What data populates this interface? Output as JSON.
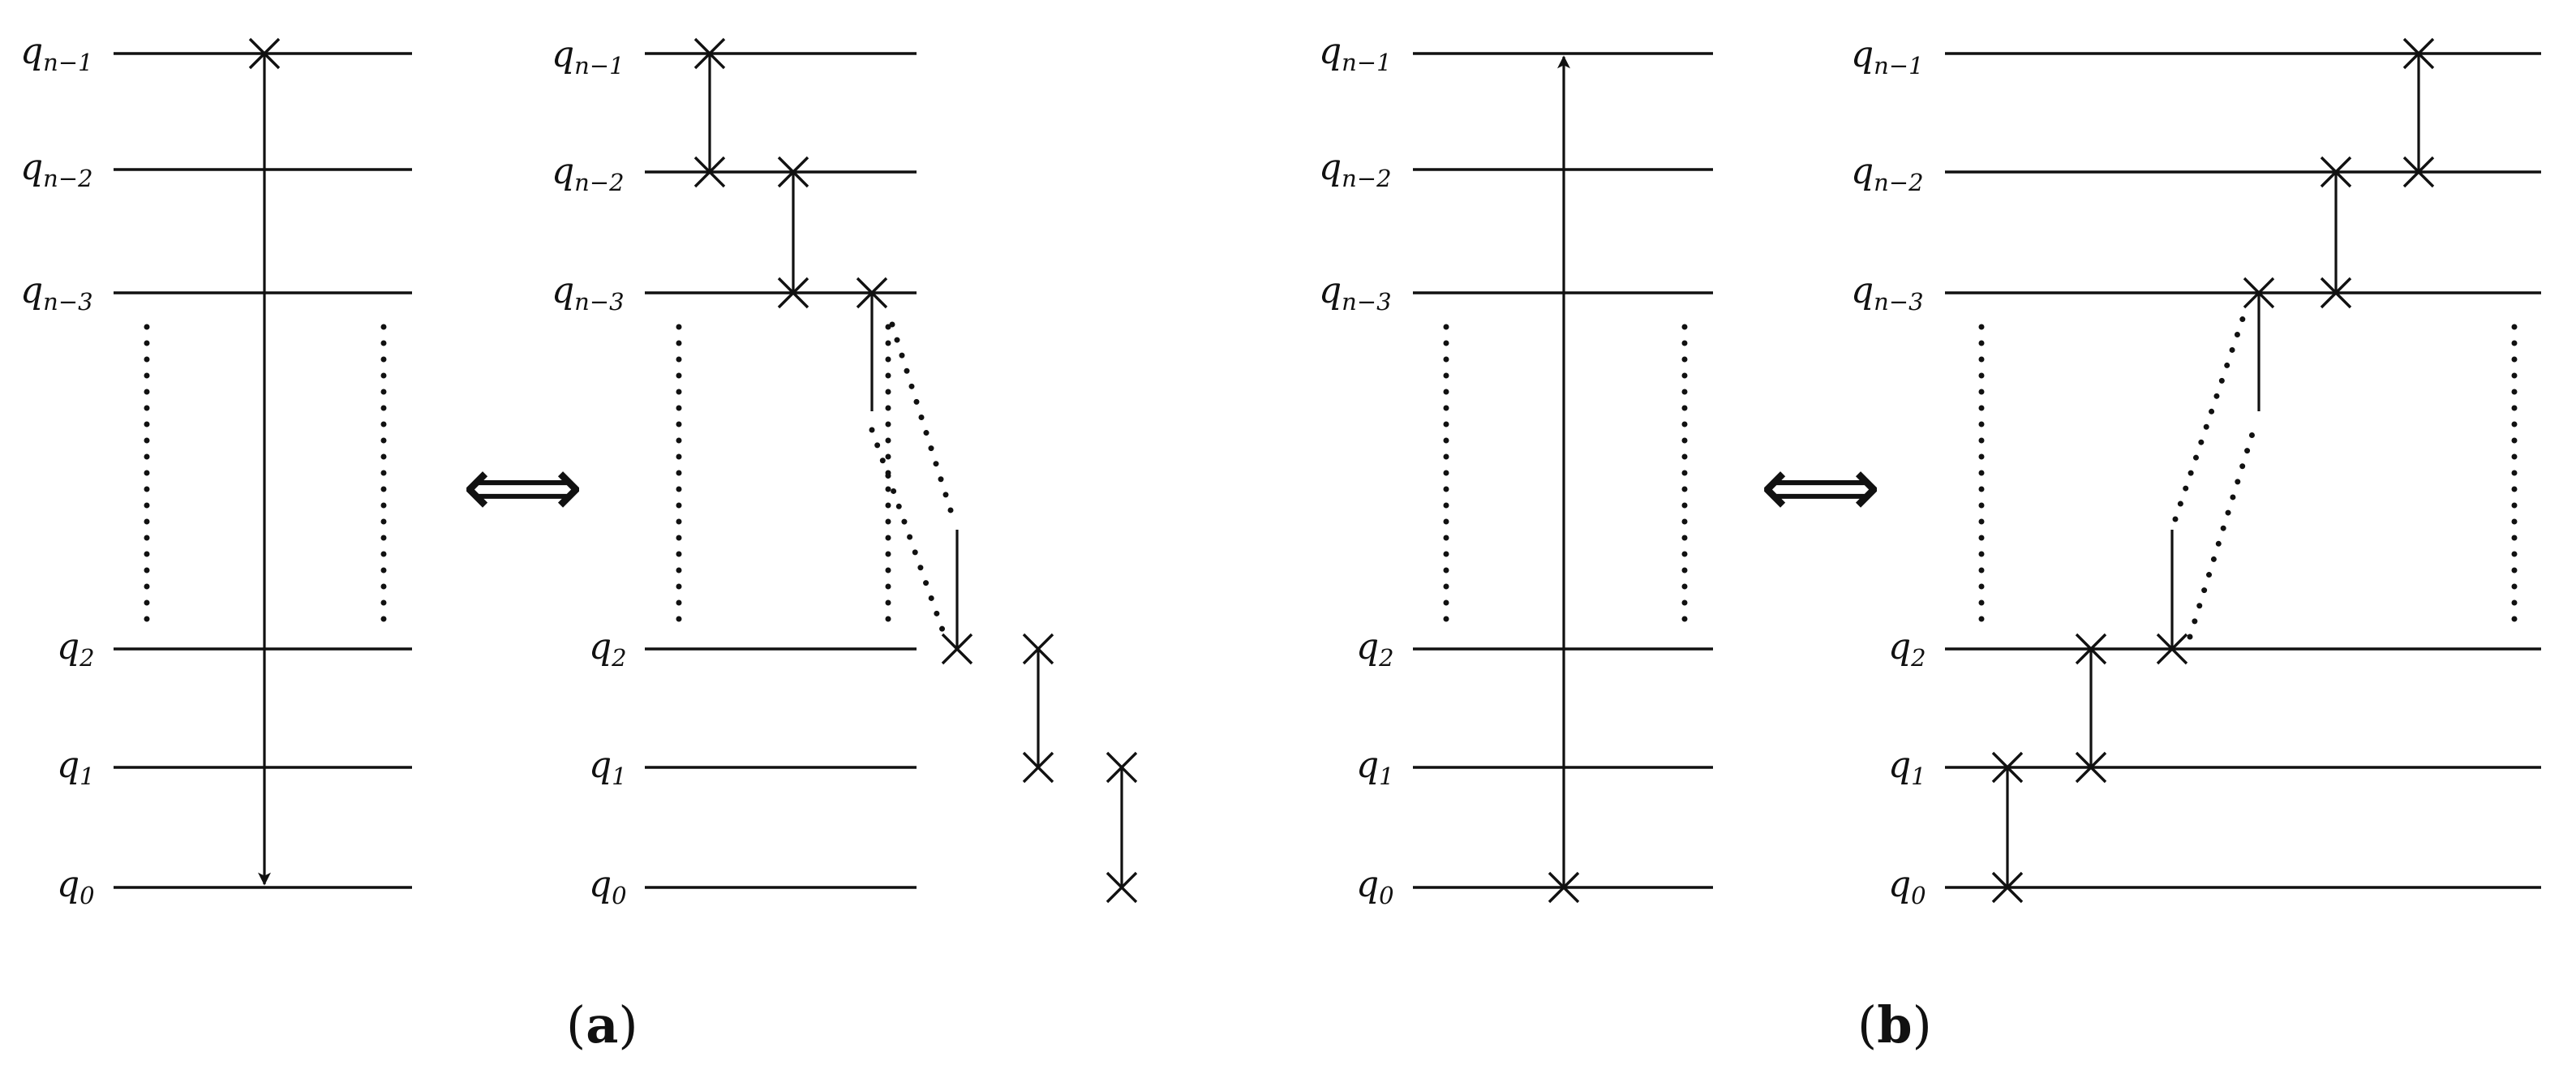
{
  "figure": {
    "qubit_labels": [
      {
        "base": "q",
        "sub": "n−1"
      },
      {
        "base": "q",
        "sub": "n−2"
      },
      {
        "base": "q",
        "sub": "n−3"
      },
      {
        "base": "q",
        "sub": "2"
      },
      {
        "base": "q",
        "sub": "1"
      },
      {
        "base": "q",
        "sub": "0"
      }
    ],
    "equivalence_symbol": "⟺",
    "panels": [
      {
        "id": "a",
        "caption_open": "(",
        "caption_letter": "a",
        "caption_close": ")",
        "shorthand": {
          "swap_end": "q_{n-1}",
          "arrow_to": "q_0"
        },
        "swap_chain": [
          [
            "q_{n-1}",
            "q_{n-2}"
          ],
          [
            "q_{n-2}",
            "q_{n-3}"
          ],
          [
            "q_{n-3}",
            "..."
          ],
          [
            "...",
            "q_2"
          ],
          [
            "q_2",
            "q_1"
          ],
          [
            "q_1",
            "q_0"
          ]
        ]
      },
      {
        "id": "b",
        "caption_open": "(",
        "caption_letter": "b",
        "caption_close": ")",
        "shorthand": {
          "swap_end": "q_0",
          "arrow_to": "q_{n-1}"
        },
        "swap_chain": [
          [
            "q_0",
            "q_1"
          ],
          [
            "q_1",
            "q_2"
          ],
          [
            "q_2",
            "..."
          ],
          [
            "...",
            "q_{n-3}"
          ],
          [
            "q_{n-3}",
            "q_{n-2}"
          ],
          [
            "q_{n-2}",
            "q_{n-1}"
          ]
        ]
      }
    ]
  }
}
